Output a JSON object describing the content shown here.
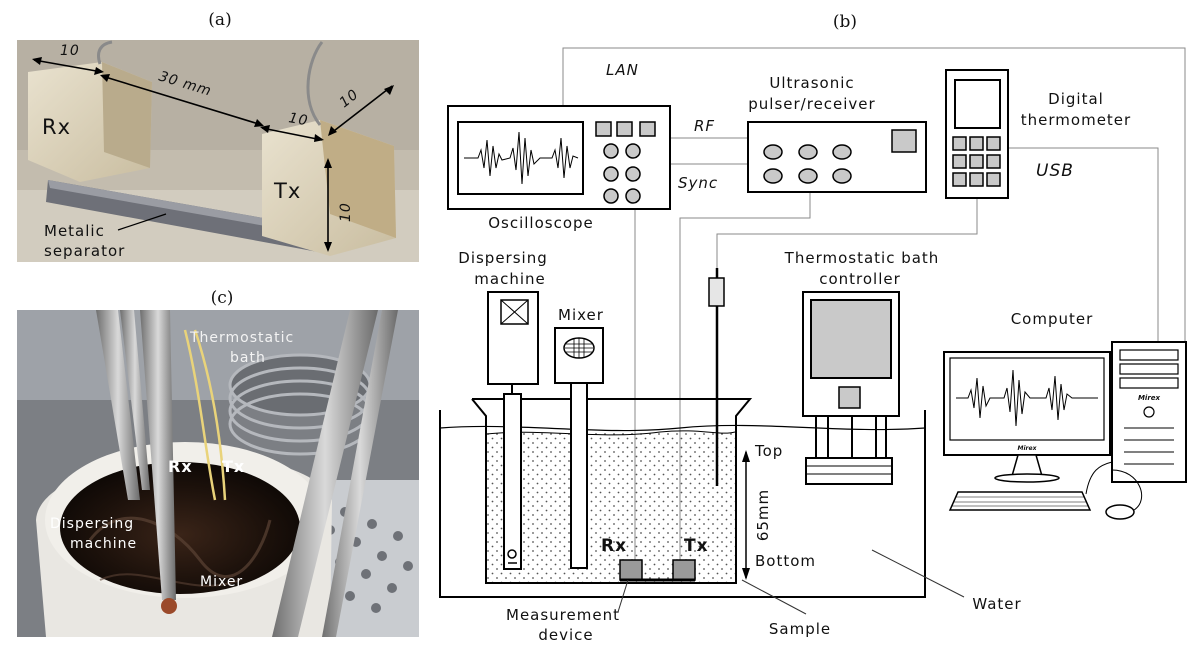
{
  "panels": {
    "a": "(a)",
    "b": "(b)",
    "c": "(c)"
  },
  "photo_a": {
    "dim_top_left": "10",
    "dim_gap": "30 mm",
    "dim_mid": "10",
    "dim_right": "10",
    "dim_vertical": "10",
    "rx": "Rx",
    "tx": "Tx",
    "separator_line1": "Metalic",
    "separator_line2": "separator"
  },
  "photo_c": {
    "bath_line1": "Thermostatic",
    "bath_line2": "bath",
    "rx": "Rx",
    "tx": "Tx",
    "disp_line1": "Dispersing",
    "disp_line2": "machine",
    "mixer": "Mixer"
  },
  "diagram": {
    "lan": "LAN",
    "rf": "RF",
    "sync": "Sync",
    "usb": "USB",
    "pulser_line1": "Ultrasonic",
    "pulser_line2": "pulser/receiver",
    "thermo_line1": "Digital",
    "thermo_line2": "thermometer",
    "oscilloscope": "Oscilloscope",
    "disp_line1": "Dispersing",
    "disp_line2": "machine",
    "mixer": "Mixer",
    "bath_ctrl_line1": "Thermostatic bath",
    "bath_ctrl_line2": "controller",
    "computer": "Computer",
    "top": "Top",
    "height": "65mm",
    "bottom": "Bottom",
    "rx": "Rx",
    "tx": "Tx",
    "meas_line1": "Measurement",
    "meas_line2": "device",
    "sample": "Sample",
    "water": "Water",
    "monitor_brand": "Mirex",
    "tower_brand": "Mirex"
  }
}
